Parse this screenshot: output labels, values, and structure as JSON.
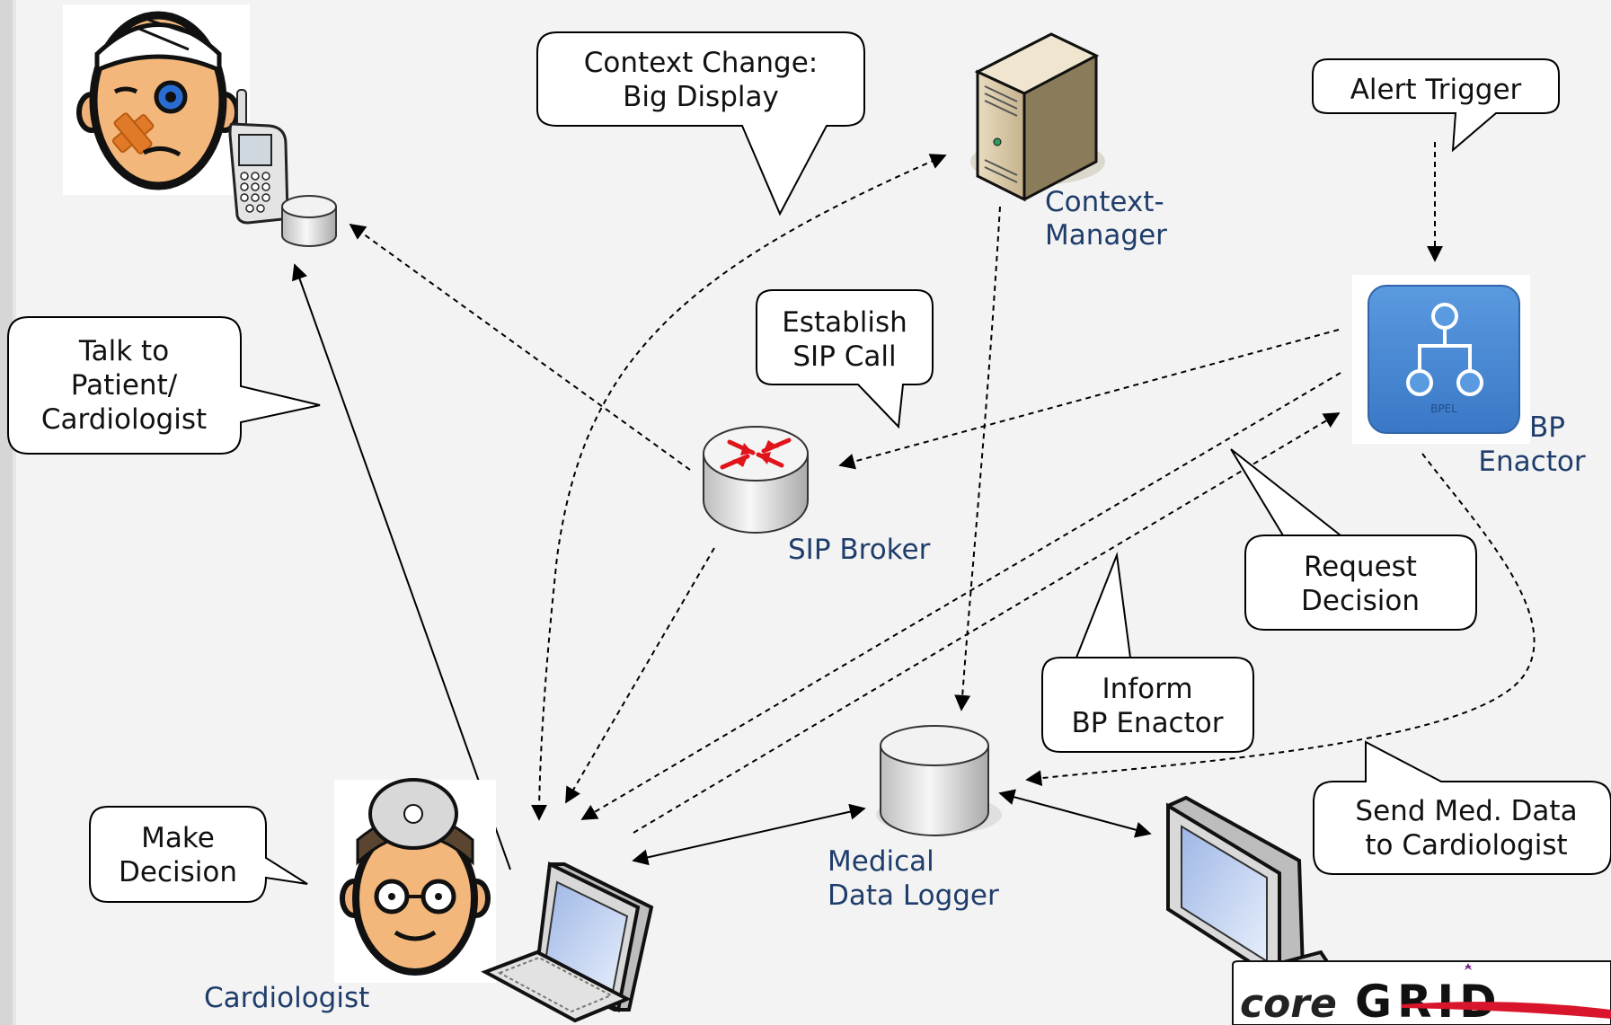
{
  "bubbles": {
    "context_change": [
      "Context Change:",
      "Big Display"
    ],
    "alert_trigger": [
      "Alert Trigger"
    ],
    "establish_sip": [
      "Establish",
      "SIP Call"
    ],
    "talk_to": [
      "Talk to",
      "Patient/",
      "Cardiologist"
    ],
    "request_decision": [
      "Request",
      "Decision"
    ],
    "inform_bp": [
      "Inform",
      "BP Enactor"
    ],
    "make_decision": [
      "Make",
      "Decision"
    ],
    "send_med_data": [
      "Send Med. Data",
      "to Cardiologist"
    ]
  },
  "nodes": {
    "context_manager": [
      "Context-",
      "Manager"
    ],
    "bp_enactor": [
      "BP",
      "Enactor"
    ],
    "sip_broker": [
      "SIP Broker"
    ],
    "medical_data_logger": [
      "Medical",
      "Data Logger"
    ],
    "cardiologist": [
      "Cardiologist"
    ]
  },
  "icons": {
    "bpel_badge": "BPEL"
  },
  "logo": {
    "prefix": "core",
    "main": "GRID"
  },
  "colors": {
    "background": "#f3f3f3",
    "label_blue": "#1f3d6b",
    "bpel_blue": "#4a8ad6",
    "router_red": "#e0141b"
  }
}
